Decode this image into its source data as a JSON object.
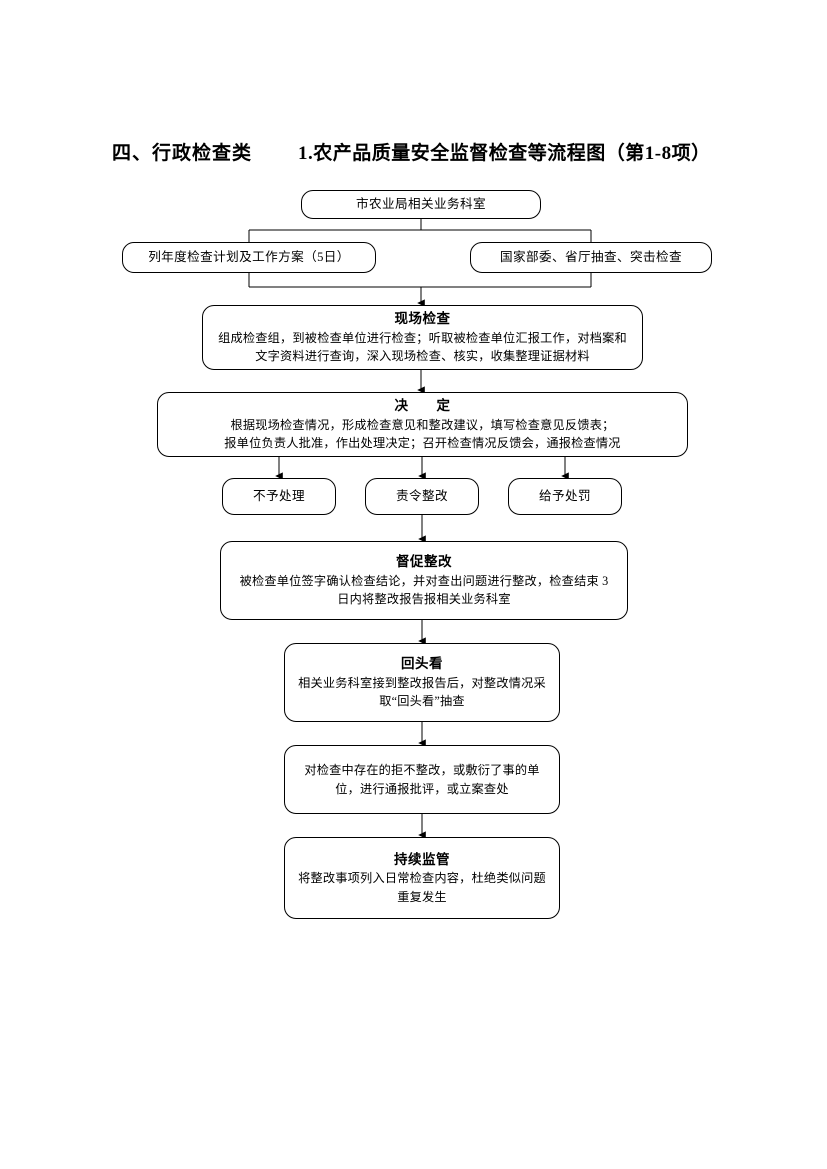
{
  "title": {
    "main": "四、行政检查类",
    "sub": "1.农产品质量安全监督检查等流程图（第1-8项）"
  },
  "flow": {
    "nodes": [
      {
        "id": "dept",
        "name": "market-agriculture-bureau-box",
        "text": "市农业局相关业务科室"
      },
      {
        "id": "plan",
        "name": "annual-inspection-plan-box",
        "text": "列年度检查计划及工作方案（5日）"
      },
      {
        "id": "spot",
        "name": "national-provincial-spotcheck-box",
        "text": "国家部委、省厅抽查、突击检查"
      },
      {
        "id": "onsite",
        "name": "onsite-inspection-box",
        "head": "现场检查",
        "body_line1": "组成检查组，到被检查单位进行检查；听取被检查单位汇报工作，对档案和",
        "body_line2": "文字资料进行查询，深入现场检查、核实，收集整理证据材料"
      },
      {
        "id": "decision",
        "name": "decision-box",
        "head": "决　　定",
        "body_line1": "根据现场检查情况，形成检查意见和整改建议，填写检查意见反馈表；",
        "body_line2": "报单位负责人批准，作出处理决定；召开检查情况反馈会，通报检查情况"
      },
      {
        "id": "nohandle",
        "name": "no-action-box",
        "text": "不予处理"
      },
      {
        "id": "rectify",
        "name": "order-rectification-box",
        "text": "责令整改"
      },
      {
        "id": "penalty",
        "name": "impose-penalty-box",
        "text": "给予处罚"
      },
      {
        "id": "urge",
        "name": "urge-rectification-box",
        "head": "督促整改",
        "body_line1": "被检查单位签字确认检查结论，并对查出问题进行整改，检查结束 3",
        "body_line2": "日内将整改报告报相关业务科室"
      },
      {
        "id": "lookback",
        "name": "look-back-box",
        "head": "回头看",
        "body_line1": "相关业务科室接到整改报告后，对整改情况采",
        "body_line2": "取“回头看”抽查"
      },
      {
        "id": "criticize",
        "name": "circulate-criticism-box",
        "body_line1": "对检查中存在的拒不整改，或敷衍了事的单",
        "body_line2": "位，进行通报批评，或立案查处"
      },
      {
        "id": "supervise",
        "name": "continuous-supervision-box",
        "head": "持续监管",
        "body_line1": "将整改事项列入日常检查内容，杜绝类似问题",
        "body_line2": "重复发生"
      }
    ],
    "colors": {
      "stroke": "#000000",
      "fill": "#ffffff",
      "text": "#000000"
    }
  }
}
